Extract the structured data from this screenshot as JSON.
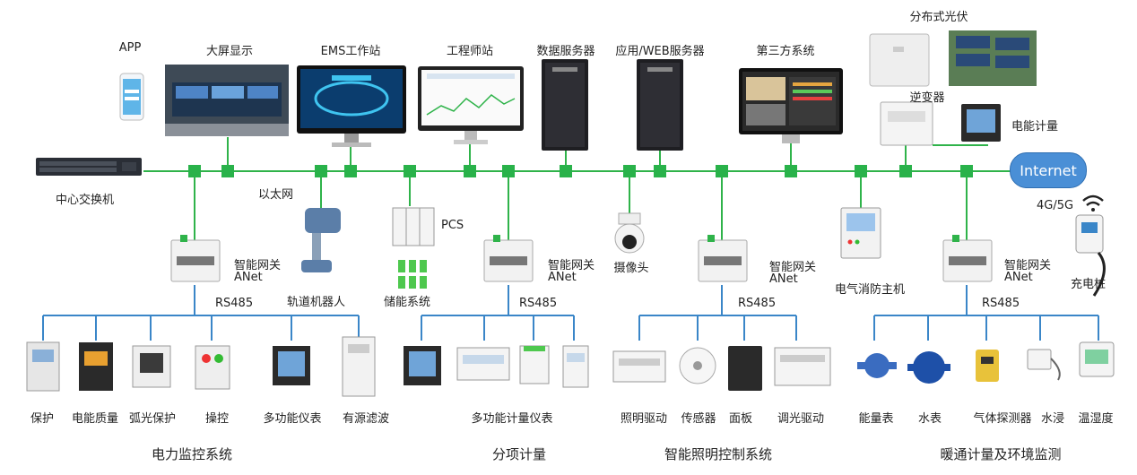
{
  "top_nodes": {
    "app": "APP",
    "big_screen": "大屏显示",
    "ems": "EMS工作站",
    "engineer": "工程师站",
    "data_server": "数据服务器",
    "web_server": "应用/WEB服务器",
    "third_party": "第三方系统",
    "pv": "分布式光伏",
    "inverter": "逆变器",
    "energy_meter_top": "电能计量"
  },
  "network": {
    "switch": "中心交换机",
    "ethernet": "以太网",
    "internet": "Internet",
    "cellular": "4G/5G"
  },
  "middle_nodes": {
    "gateway": "智能网关",
    "anet": "ANet",
    "rs485": "RS485",
    "robot": "轨道机器人",
    "pcs": "PCS",
    "storage": "储能系统",
    "camera": "摄像头",
    "fire_host": "电气消防主机",
    "charger": "充电桩"
  },
  "devices": {
    "power": [
      "保护",
      "电能质量",
      "弧光保护",
      "操控",
      "多功能仪表",
      "有源滤波"
    ],
    "metering": [
      "多功能计量仪表"
    ],
    "lighting": [
      "照明驱动",
      "传感器",
      "面板",
      "调光驱动"
    ],
    "hvac": [
      "能量表",
      "水表",
      "气体探测器",
      "水浸",
      "温湿度"
    ]
  },
  "systems": {
    "power": "电力监控系统",
    "metering": "分项计量",
    "lighting": "智能照明控制系统",
    "hvac": "暖通计量及环境监测"
  },
  "colors": {
    "backbone": "#2fb34a",
    "node": "#29b24a",
    "rs485": "#3a86c8",
    "internet": "#4a8fd6"
  }
}
